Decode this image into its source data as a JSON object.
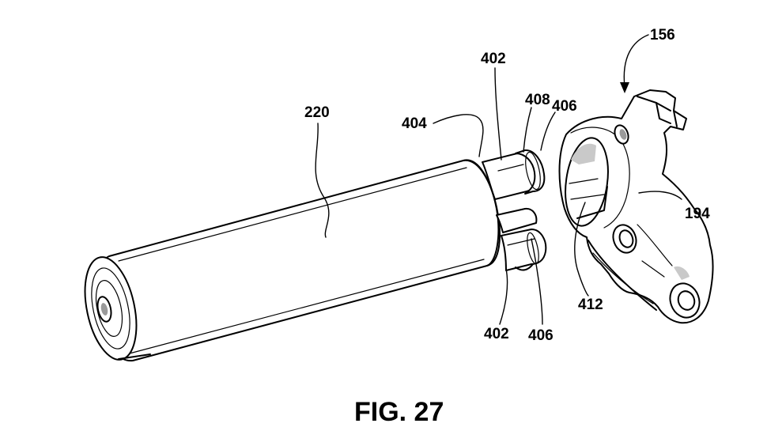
{
  "figure": {
    "caption": "FIG. 27",
    "labels": {
      "l156": "156",
      "l220": "220",
      "l402_top": "402",
      "l402_bottom": "402",
      "l404": "404",
      "l406_top": "406",
      "l406_bottom": "406",
      "l408": "408",
      "l412": "412",
      "l194": "194"
    }
  }
}
